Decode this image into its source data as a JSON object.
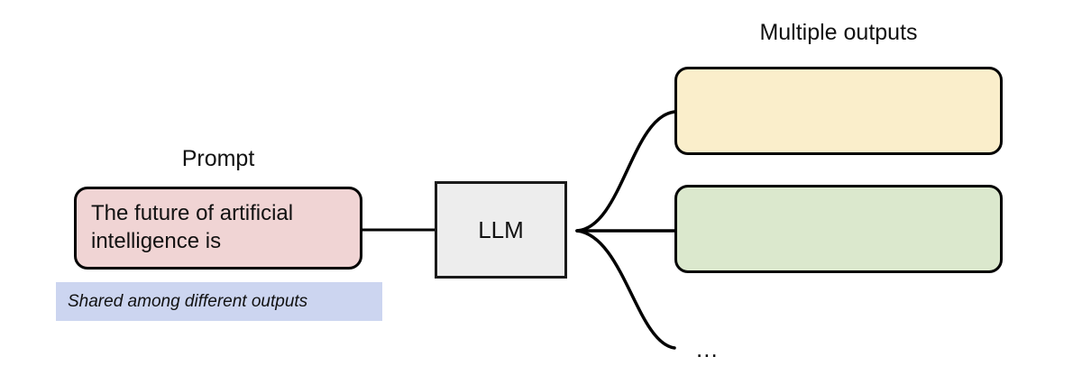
{
  "diagram": {
    "title_prompt": "Prompt",
    "title_outputs": "Multiple outputs",
    "prompt_text": "The future of artificial intelligence is",
    "model_label": "LLM",
    "shared_note": "Shared among different outputs",
    "ellipsis": "...",
    "outputs": [
      {
        "id": "output-1",
        "text": "",
        "color": "#faeecb"
      },
      {
        "id": "output-2",
        "text": "",
        "color": "#dbe8cd"
      }
    ],
    "colors": {
      "prompt_fill": "#f0d4d4",
      "llm_fill": "#ededed",
      "note_fill": "#ccd5f0",
      "output_1_fill": "#faeecb",
      "output_2_fill": "#dbe8cd",
      "stroke": "#000000",
      "background": "#ffffff"
    }
  }
}
